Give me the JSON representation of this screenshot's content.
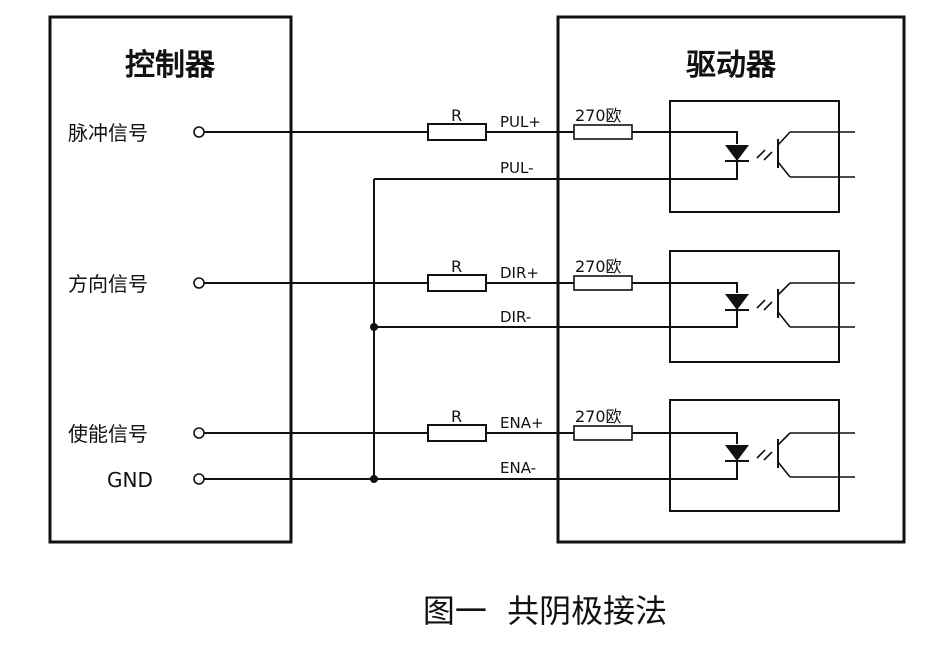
{
  "controller": {
    "title": "控制器"
  },
  "driver": {
    "title": "驱动器"
  },
  "signals": {
    "pulse": "脉冲信号",
    "direction": "方向信号",
    "enable": "使能信号",
    "gnd": "GND"
  },
  "pins": {
    "pul_plus": "PUL+",
    "pul_minus": "PUL-",
    "dir_plus": "DIR+",
    "dir_minus": "DIR-",
    "ena_plus": "ENA+",
    "ena_minus": "ENA-"
  },
  "resistor_label": "R",
  "internal_resistor_label": "270欧",
  "caption": "图一  共阴极接法"
}
